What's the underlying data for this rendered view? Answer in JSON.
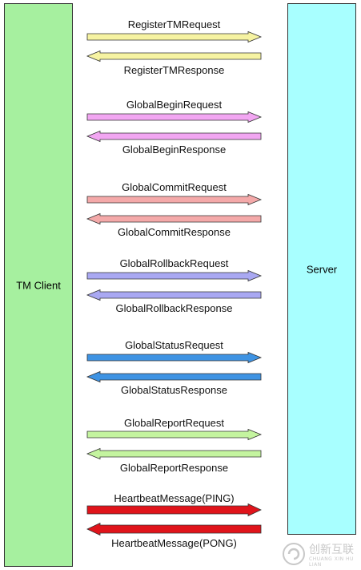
{
  "client": {
    "label": "TM Client",
    "fill": "#a6f09f"
  },
  "server": {
    "label": "Server",
    "fill": "#a8ffff"
  },
  "messages": [
    {
      "request": "RegisterTMRequest",
      "response": "RegisterTMResponse",
      "color": "#f6f3a2"
    },
    {
      "request": "GlobalBeginRequest",
      "response": "GlobalBeginResponse",
      "color": "#f2a6f2"
    },
    {
      "request": "GlobalCommitRequest",
      "response": "GlobalCommitResponse",
      "color": "#f4a9a9"
    },
    {
      "request": "GlobalRollbackRequest",
      "response": "GlobalRollbackResponse",
      "color": "#a9a8f2"
    },
    {
      "request": "GlobalStatusRequest",
      "response": "GlobalStatusResponse",
      "color": "#3e93e3"
    },
    {
      "request": "GlobalReportRequest",
      "response": "GlobalReportResponse",
      "color": "#c4f49f"
    },
    {
      "request": "HeartbeatMessage(PING)",
      "response": "HeartbeatMessage(PONG)",
      "color": "#e0141b"
    }
  ],
  "watermark": {
    "text": "创新互联",
    "subtext": "CHUANG XIN HU LIAN"
  }
}
